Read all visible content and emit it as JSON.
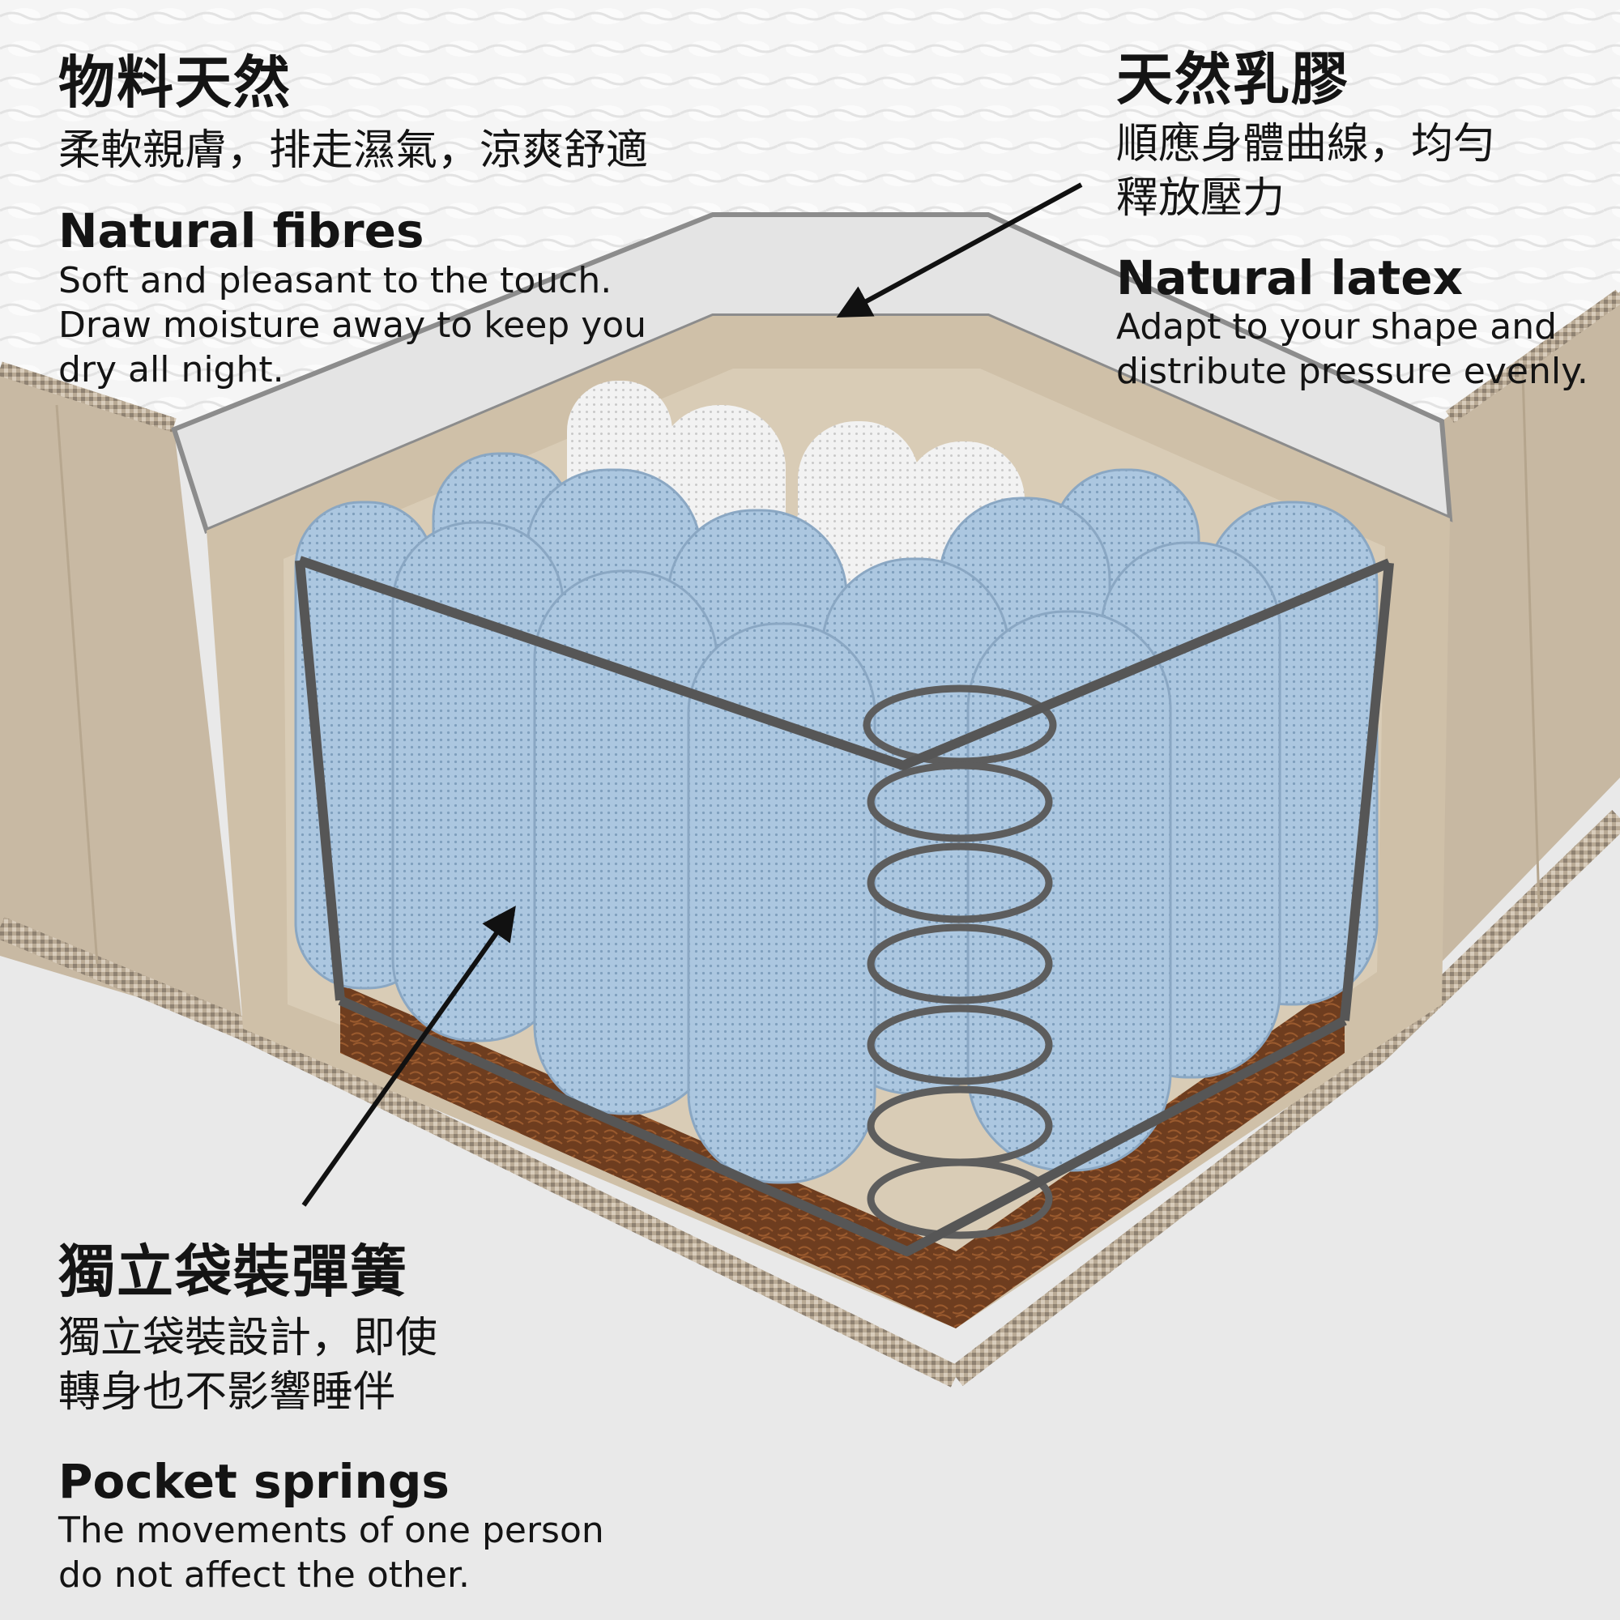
{
  "callouts": {
    "natural_fibres": {
      "title_zh": "物料天然",
      "body_zh": "柔軟親膚，排走濕氣，涼爽舒適",
      "title_en": "Natural fibres",
      "body_en": "Soft and pleasant to the touch.\nDraw moisture away to keep you\ndry all night."
    },
    "natural_latex": {
      "title_zh": "天然乳膠",
      "body_zh": "順應身體曲線，均勻\n釋放壓力",
      "title_en": "Natural latex",
      "body_en": "Adapt to your shape and\ndistribute pressure evenly."
    },
    "pocket_springs": {
      "title_zh": "獨立袋裝彈簧",
      "body_zh": "獨立袋裝設計，即使\n轉身也不影響睡伴",
      "title_en": "Pocket springs",
      "body_en": "The movements of one person\ndo not affect the other."
    }
  },
  "colors": {
    "background": "#e9e9e9",
    "mattress_top": "#f4f4f4",
    "side_fabric": "#c7b7a0",
    "latex_layer": "#e6e6e6",
    "spring_pocket_blue": "#a9c4de",
    "spring_pocket_white": "#f1f1f1",
    "coir_base": "#7a4524",
    "wire_frame": "#5a5a5a",
    "text": "#141414"
  }
}
